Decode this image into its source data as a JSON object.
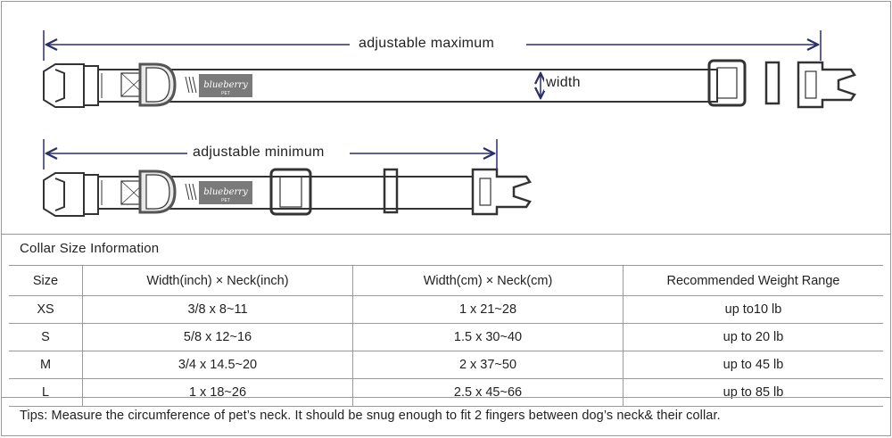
{
  "diagram": {
    "max_label": "adjustable maximum",
    "min_label": "adjustable minimum",
    "width_label": "width",
    "brand_name": "blueberry",
    "brand_sub": "PET",
    "arrow_color": "#2a2f6b",
    "line_color": "#333333"
  },
  "info": {
    "title": "Collar Size Information",
    "headers": [
      "Size",
      "Width(inch)  × Neck(inch)",
      "Width(cm)  × Neck(cm)",
      "Recommended Weight Range"
    ],
    "rows": [
      [
        "XS",
        "3/8 x 8~11",
        "1 x 21~28",
        "up to10 lb"
      ],
      [
        "S",
        "5/8 x 12~16",
        "1.5 x 30~40",
        "up to 20 lb"
      ],
      [
        "M",
        "3/4 x 14.5~20",
        "2 x 37~50",
        "up to 45 lb"
      ],
      [
        "L",
        "1 x 18~26",
        "2.5 x 45~66",
        "up to 85 lb"
      ]
    ],
    "tips": "Tips: Measure the circumference of pet’s neck. It should be snug enough to fit 2 fingers between dog’s neck& their collar."
  }
}
